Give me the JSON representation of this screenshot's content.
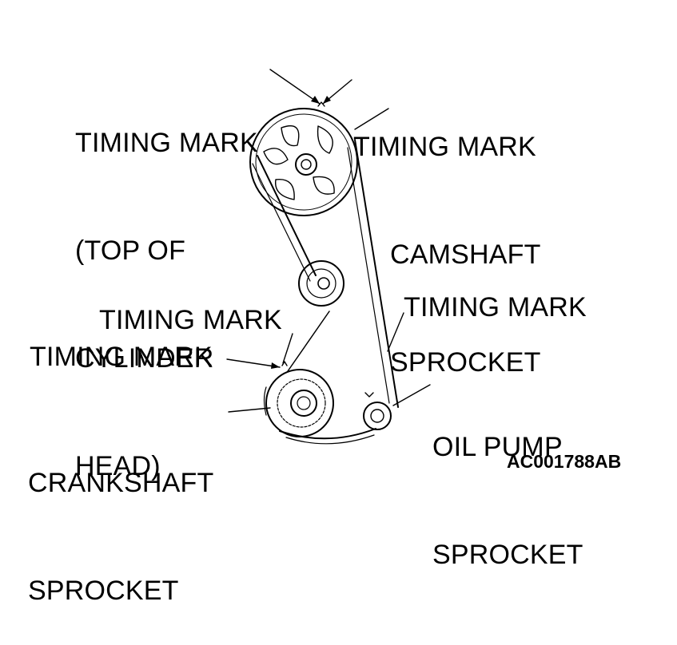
{
  "labels": {
    "timing_mark_head": [
      "TIMING MARK",
      "(TOP OF",
      "CYLINDER",
      "HEAD)"
    ],
    "timing_mark_cam": [
      "TIMING MARK",
      "CAMSHAFT",
      "SPROCKET"
    ],
    "timing_mark_right": "TIMING MARK",
    "timing_mark_left_upper": "TIMING MARK",
    "timing_mark_left_lower": "TIMING MARK",
    "crankshaft": [
      "CRANKSHAFT",
      "SPROCKET"
    ],
    "oil_pump": [
      "OIL PUMP",
      "SPROCKET"
    ]
  },
  "reference_code": "AC001788AB"
}
